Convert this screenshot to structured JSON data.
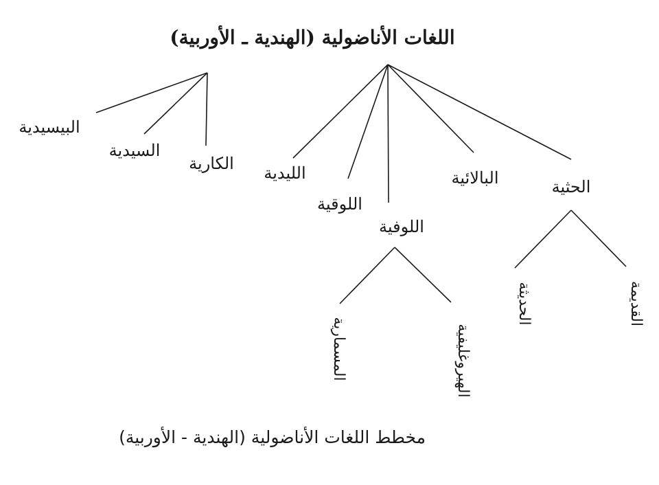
{
  "root": {
    "label": "اللغات الأناضولية (الهندية ـ الأوربية)"
  },
  "branches": {
    "baysidiya": "البيسيدية",
    "sidiya": "السيدية",
    "kariya": "الكارية",
    "lidiya": "الليدية",
    "lukiya": "اللوقية",
    "luwiya": "اللوفية",
    "balaiya": "البالائية",
    "hittiya": "الحثية"
  },
  "luwiya_children": {
    "mismariya": "المسمارية",
    "hiroghlifiya": "الهيروغليفية"
  },
  "hittiya_children": {
    "haditha": "الحديثة",
    "qadima": "القديمة"
  },
  "caption": "مخطط اللغات الأناضولية (الهندية - الأوربية)"
}
